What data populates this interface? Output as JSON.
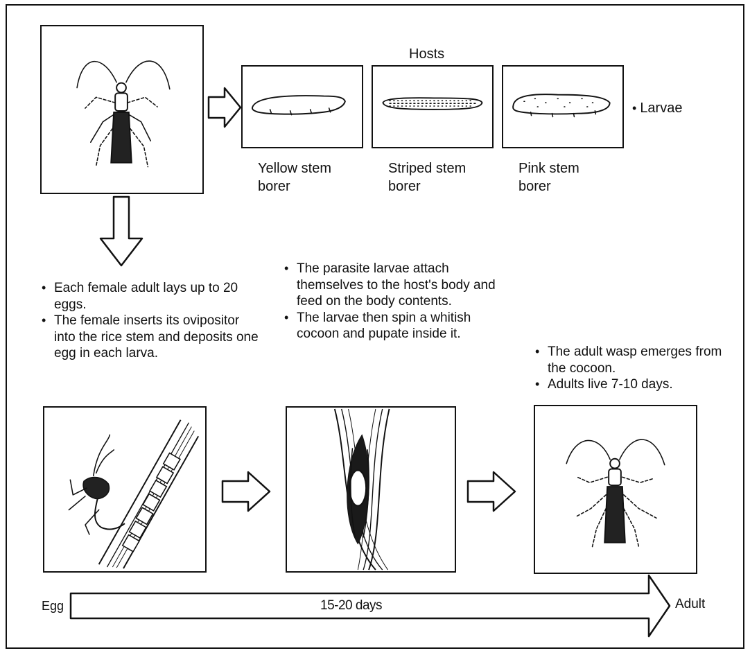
{
  "hosts_title": "Hosts",
  "hosts": [
    {
      "name_line1": "Yellow stem",
      "name_line2": "borer"
    },
    {
      "name_line1": "Striped stem",
      "name_line2": "borer"
    },
    {
      "name_line1": "Pink stem",
      "name_line2": "borer"
    }
  ],
  "larvae_label": "Larvae",
  "step1": {
    "bullets": [
      "Each female adult lays up to 20 eggs.",
      "The female inserts its ovipositor into the rice stem and deposits one egg in each larva."
    ]
  },
  "step2": {
    "bullets": [
      "The parasite larvae attach themselves to the host's body and feed on the body contents.",
      "The larvae then spin a whitish cocoon and pupate inside it."
    ]
  },
  "step3": {
    "bullets": [
      "The adult wasp emerges from the cocoon.",
      "Adults live 7-10 days."
    ]
  },
  "timeline": {
    "start_label": "Egg",
    "duration_label": "15-20 days",
    "end_label": "Adult"
  },
  "icons": {
    "adult_wasp": "wasp-icon",
    "larva": "larva-icon",
    "oviposition": "oviposition-icon",
    "cocoon": "cocoon-icon"
  }
}
